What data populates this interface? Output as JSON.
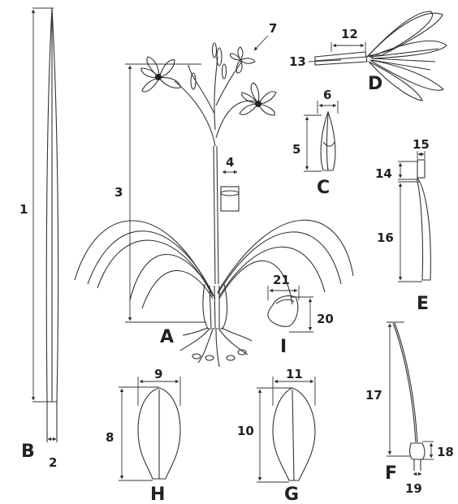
{
  "panels": {
    "A": "A",
    "B": "B",
    "C": "C",
    "D": "D",
    "E": "E",
    "F": "F",
    "G": "G",
    "H": "H",
    "I": "I"
  },
  "measures": {
    "m1": "1",
    "m2": "2",
    "m3": "3",
    "m4": "4",
    "m5": "5",
    "m6": "6",
    "m7": "7",
    "m8": "8",
    "m9": "9",
    "m10": "10",
    "m11": "11",
    "m12": "12",
    "m13": "13",
    "m14": "14",
    "m15": "15",
    "m16": "16",
    "m17": "17",
    "m18": "18",
    "m19": "19",
    "m20": "20",
    "m21": "21"
  }
}
